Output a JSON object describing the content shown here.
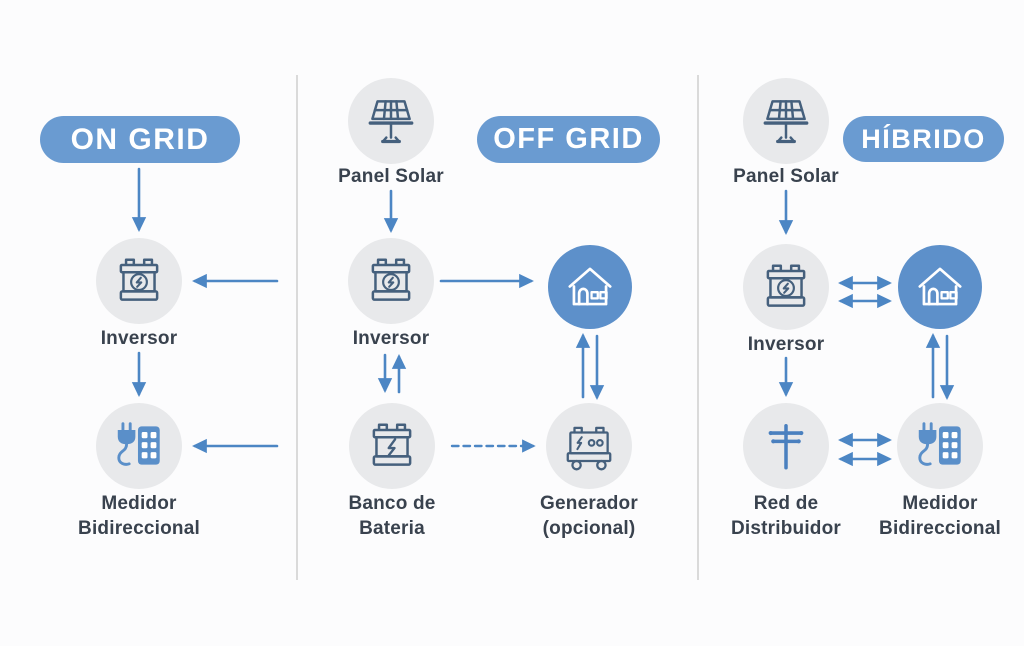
{
  "diagram": {
    "title_implicit": "",
    "columns": [
      {
        "id": "on-grid",
        "badge": "ON GRID",
        "nodes": [
          {
            "icon": "inverter-icon",
            "label": "Inversor"
          },
          {
            "icon": "bidirectional-meter-icon",
            "label": "Medidor Bidireccional"
          }
        ]
      },
      {
        "id": "off-grid",
        "badge": "OFF GRID",
        "nodes": [
          {
            "icon": "solar-panel-icon",
            "label": "Panel Solar"
          },
          {
            "icon": "inverter-icon",
            "label": "Inversor"
          },
          {
            "icon": "house-icon",
            "label": ""
          },
          {
            "icon": "battery-bank-icon",
            "label": "Banco de Bateria"
          },
          {
            "icon": "generator-icon",
            "label": "Generador (opcional)"
          }
        ]
      },
      {
        "id": "hibrido",
        "badge": "HÍBRIDO",
        "nodes": [
          {
            "icon": "solar-panel-icon",
            "label": "Panel Solar"
          },
          {
            "icon": "inverter-icon",
            "label": "Inversor"
          },
          {
            "icon": "house-icon",
            "label": ""
          },
          {
            "icon": "utility-pole-icon",
            "label": "Red de Distribuidor"
          },
          {
            "icon": "bidirectional-meter-icon",
            "label": "Medidor Bidireccional"
          }
        ]
      }
    ],
    "connections": [
      {
        "column": "on-grid",
        "from": "badge",
        "to": "inversor",
        "style": "arrow-down"
      },
      {
        "column": "on-grid",
        "from": "inversor",
        "to": "medidor",
        "style": "arrow-down"
      },
      {
        "column": "on-grid",
        "from": "right-edge",
        "to": "inversor",
        "style": "arrow-left"
      },
      {
        "column": "on-grid",
        "from": "right-edge",
        "to": "medidor",
        "style": "arrow-left"
      },
      {
        "column": "off-grid",
        "from": "panel-solar",
        "to": "inversor",
        "style": "arrow-down"
      },
      {
        "column": "off-grid",
        "from": "inversor",
        "to": "casa",
        "style": "arrow-right"
      },
      {
        "column": "off-grid",
        "from": "inversor",
        "to": "banco-de-bateria",
        "style": "arrows-both-vertical"
      },
      {
        "column": "off-grid",
        "from": "banco-de-bateria",
        "to": "generador",
        "style": "dashed-arrow-right"
      },
      {
        "column": "off-grid",
        "from": "generador",
        "to": "casa",
        "style": "arrows-both-vertical"
      },
      {
        "column": "hibrido",
        "from": "panel-solar",
        "to": "inversor",
        "style": "arrow-down"
      },
      {
        "column": "hibrido",
        "from": "inversor",
        "to": "casa",
        "style": "double-arrows-horizontal"
      },
      {
        "column": "hibrido",
        "from": "inversor",
        "to": "red-de-distribuidor",
        "style": "arrow-down"
      },
      {
        "column": "hibrido",
        "from": "red-de-distribuidor",
        "to": "medidor",
        "style": "double-arrows-horizontal"
      },
      {
        "column": "hibrido",
        "from": "casa",
        "to": "medidor",
        "style": "arrows-both-vertical"
      }
    ],
    "colors": {
      "badge_blue": "#6a9bd1",
      "house_circle_blue": "#5d90ca",
      "node_circle_gray": "#e8e9eb",
      "icon_outline": "#45607d",
      "icon_filled_blue": "#5a8fc9",
      "pole_blue": "#4a80bf",
      "arrow_blue": "#4c86c4",
      "label_text": "#39424e",
      "badge_text": "#ffffff",
      "divider_gray": "#dadada",
      "background": "#fcfcfd"
    }
  }
}
